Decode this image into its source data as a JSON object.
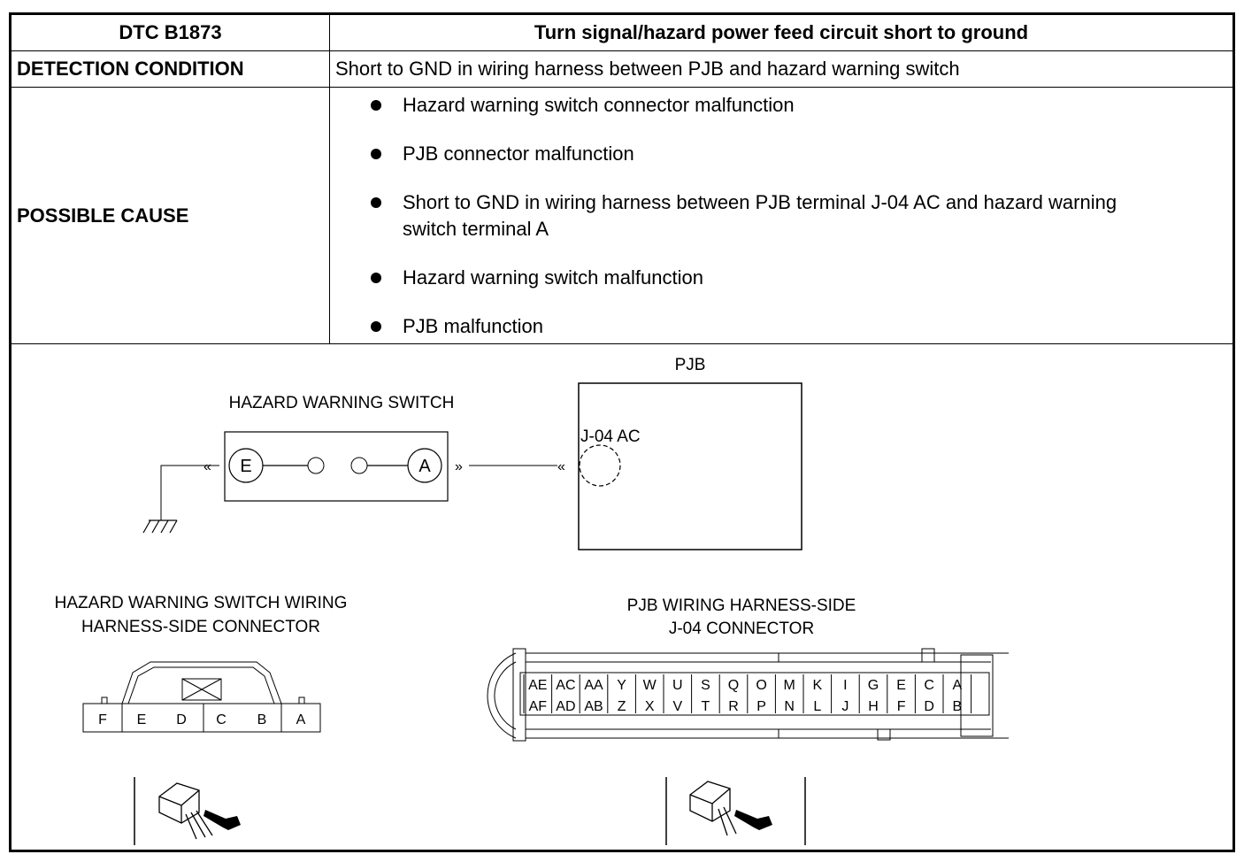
{
  "table": {
    "header_left": "DTC B1873",
    "header_right": "Turn signal/hazard power feed circuit short to ground",
    "detection_label": "DETECTION CONDITION",
    "detection_value": "Short to GND in wiring harness between PJB and hazard warning switch",
    "cause_label": "POSSIBLE CAUSE",
    "causes": [
      "Hazard warning switch connector malfunction",
      "PJB connector malfunction",
      "Short to GND in wiring harness between PJB terminal J-04 AC and hazard warning switch terminal A",
      "Hazard warning switch malfunction",
      "PJB malfunction"
    ]
  },
  "diagram": {
    "pjb_label": "PJB",
    "switch_label": "HAZARD WARNING SWITCH",
    "terminal_e": "E",
    "terminal_a": "A",
    "pjb_terminal": "J-04 AC",
    "hz_connector_title_line1": "HAZARD WARNING SWITCH WIRING",
    "hz_connector_title_line2": "HARNESS-SIDE CONNECTOR",
    "hz_pins": [
      "F",
      "E",
      "D",
      "C",
      "B",
      "A"
    ],
    "pjb_connector_title_line1": "PJB WIRING HARNESS-SIDE",
    "pjb_connector_title_line2": "J-04 CONNECTOR",
    "pjb_pins_top": [
      "AE",
      "AC",
      "AA",
      "Y",
      "W",
      "U",
      "S",
      "Q",
      "O",
      "M",
      "K",
      "I",
      "G",
      "E",
      "C",
      "A"
    ],
    "pjb_pins_bottom": [
      "AF",
      "AD",
      "AB",
      "Z",
      "X",
      "V",
      "T",
      "R",
      "P",
      "N",
      "L",
      "J",
      "H",
      "F",
      "D",
      "B"
    ]
  }
}
